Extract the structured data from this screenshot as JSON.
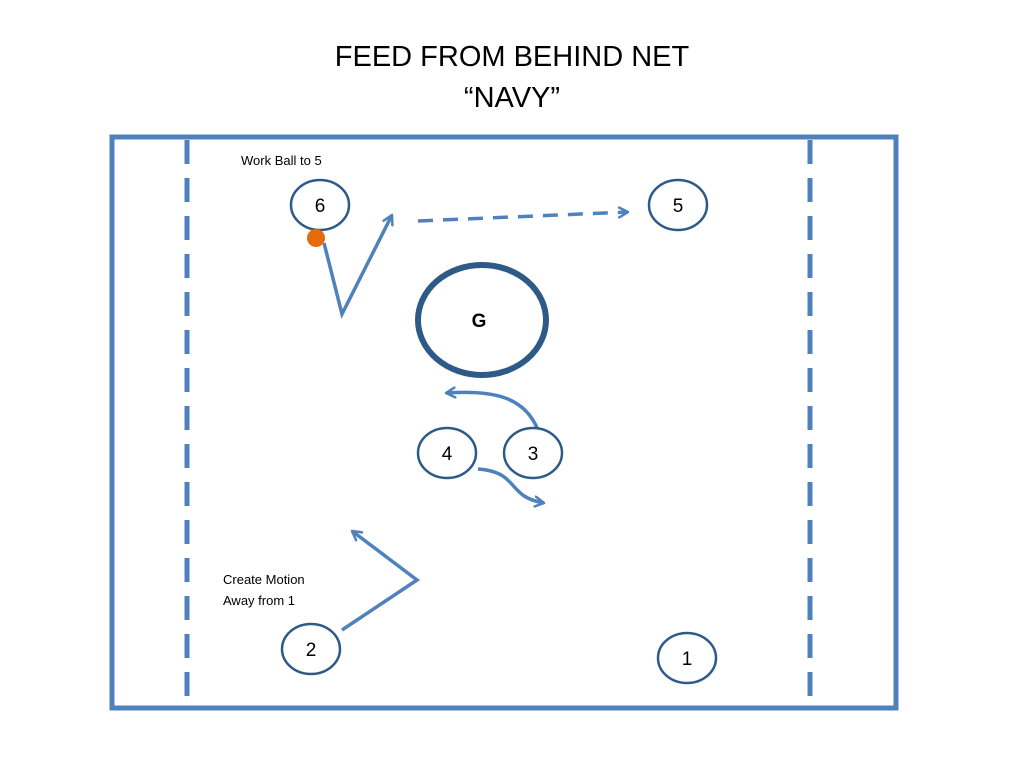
{
  "title": {
    "line1": "FEED FROM BEHIND NET",
    "line2": "“NAVY”"
  },
  "colors": {
    "line": "#4f81bd",
    "player_stroke": "#2e5a87",
    "goal_stroke": "#2e5a87",
    "ball": "#e46c0a"
  },
  "goal": {
    "label": "G"
  },
  "players": {
    "p1": "1",
    "p2": "2",
    "p3": "3",
    "p4": "4",
    "p5": "5",
    "p6": "6"
  },
  "notes": {
    "work_ball": "Work Ball to 5",
    "create_motion_1": "Create Motion",
    "create_motion_2": "Away from 1"
  }
}
